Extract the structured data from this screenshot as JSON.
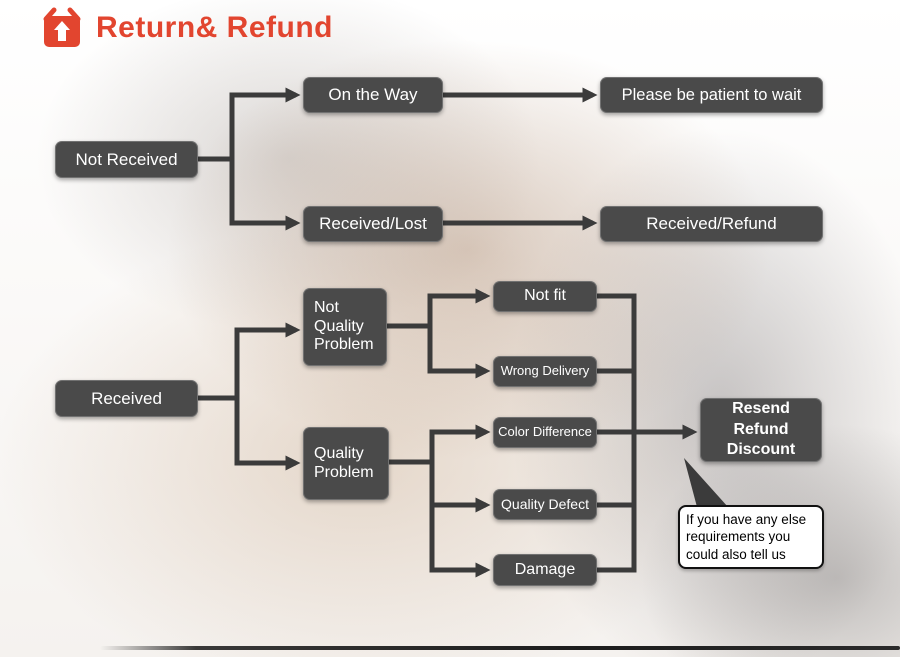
{
  "header": {
    "title": "Return& Refund",
    "icon": "shipping-box-icon"
  },
  "colors": {
    "accent": "#e2452f",
    "node_bg": "#4a4a4a",
    "arrow": "#3b3b3b"
  },
  "flow": {
    "not_received": "Not Received",
    "on_the_way": "On the Way",
    "please_wait": "Please be patient to wait",
    "received_lost": "Received/Lost",
    "received_refund": "Received/Refund",
    "received": "Received",
    "not_quality_problem": {
      "lines": [
        "Not",
        "Quality",
        "Problem"
      ]
    },
    "quality_problem": {
      "lines": [
        "Quality",
        "Problem"
      ]
    },
    "not_fit": "Not fit",
    "wrong_delivery": "Wrong Delivery",
    "color_difference": "Color Difference",
    "quality_defect": "Quality Defect",
    "damage": "Damage",
    "resend": {
      "lines": [
        "Resend",
        "Refund",
        "Discount"
      ]
    },
    "note": {
      "lines": [
        "If you have any else",
        "requirements you",
        "could also tell us"
      ]
    }
  }
}
